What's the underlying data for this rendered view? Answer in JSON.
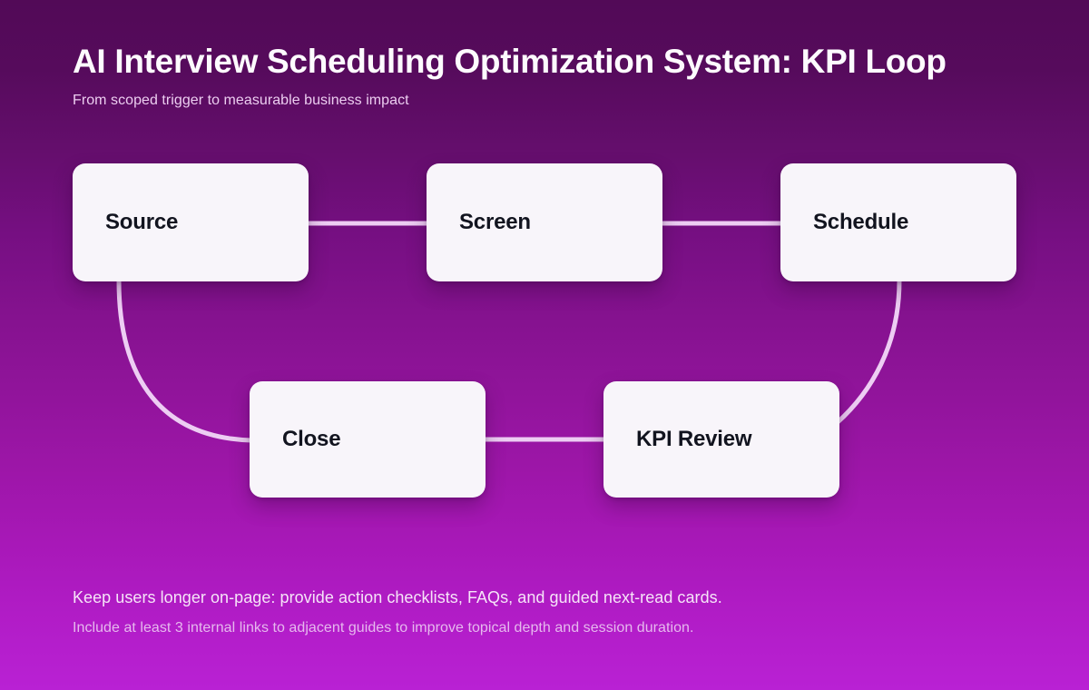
{
  "header": {
    "title": "AI Interview Scheduling Optimization System: KPI Loop",
    "subtitle": "From scoped trigger to measurable business impact"
  },
  "diagram": {
    "type": "flow-loop",
    "nodes": [
      {
        "id": "source",
        "label": "Source"
      },
      {
        "id": "screen",
        "label": "Screen"
      },
      {
        "id": "schedule",
        "label": "Schedule"
      },
      {
        "id": "close",
        "label": "Close"
      },
      {
        "id": "kpi",
        "label": "KPI Review"
      }
    ],
    "edges": [
      {
        "from": "source",
        "to": "screen",
        "style": "straight"
      },
      {
        "from": "screen",
        "to": "schedule",
        "style": "straight"
      },
      {
        "from": "schedule",
        "to": "kpi",
        "style": "curve"
      },
      {
        "from": "kpi",
        "to": "close",
        "style": "straight"
      },
      {
        "from": "close",
        "to": "source",
        "style": "curve"
      }
    ]
  },
  "footer": {
    "note_primary": "Keep users longer on-page: provide action checklists, FAQs, and guided next-read cards.",
    "note_secondary": "Include at least 3 internal links to adjacent guides to improve topical depth and session duration."
  },
  "colors": {
    "background_top": "#520a57",
    "background_bottom": "#b921d4",
    "node_fill": "#f8f5fa",
    "node_text": "#12141f",
    "edge": "#edcdf3",
    "title_text": "#fdfbfe",
    "subtitle_text": "#eccdf0"
  }
}
